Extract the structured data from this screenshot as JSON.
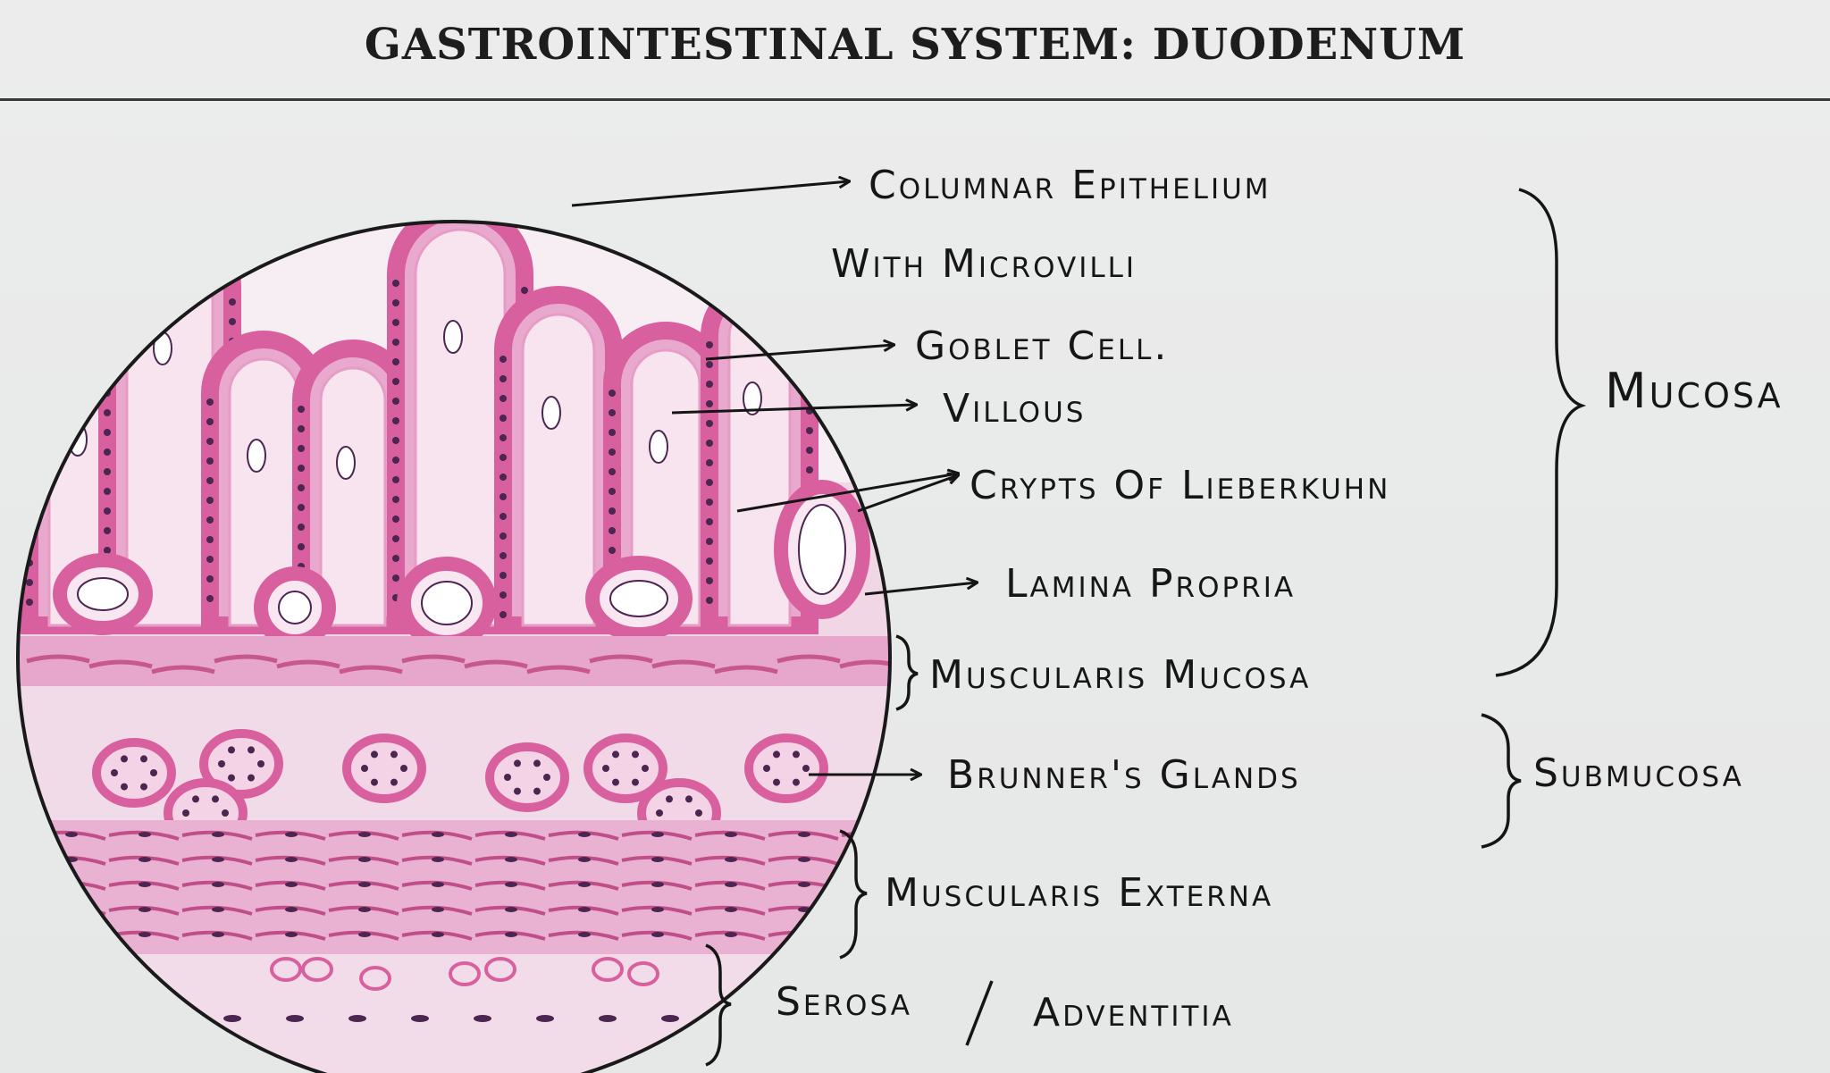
{
  "title": "GASTROINTESTINAL SYSTEM: DUODENUM",
  "labels": {
    "columnar_epithelium": "Columnar Epithelium",
    "with_microvilli": "With Microvilli",
    "goblet_cell": "Goblet Cell.",
    "villous": "Villous",
    "crypts": "Crypts Of Lieberkuhn",
    "lamina_propria": "Lamina Propria",
    "muscularis_mucosa": "Muscularis Mucosa",
    "brunners_glands": "Brunner's Glands",
    "muscularis_externa": "Muscularis Externa",
    "serosa": "Serosa",
    "adventitia": "Adventitia"
  },
  "layers": {
    "mucosa": "Mucosa",
    "submucosa": "Submucosa"
  },
  "colors": {
    "tissue_pink": "#e9a9cf",
    "epithelium": "#d9609f",
    "nucleus": "#4a2650",
    "ink": "#151515"
  }
}
